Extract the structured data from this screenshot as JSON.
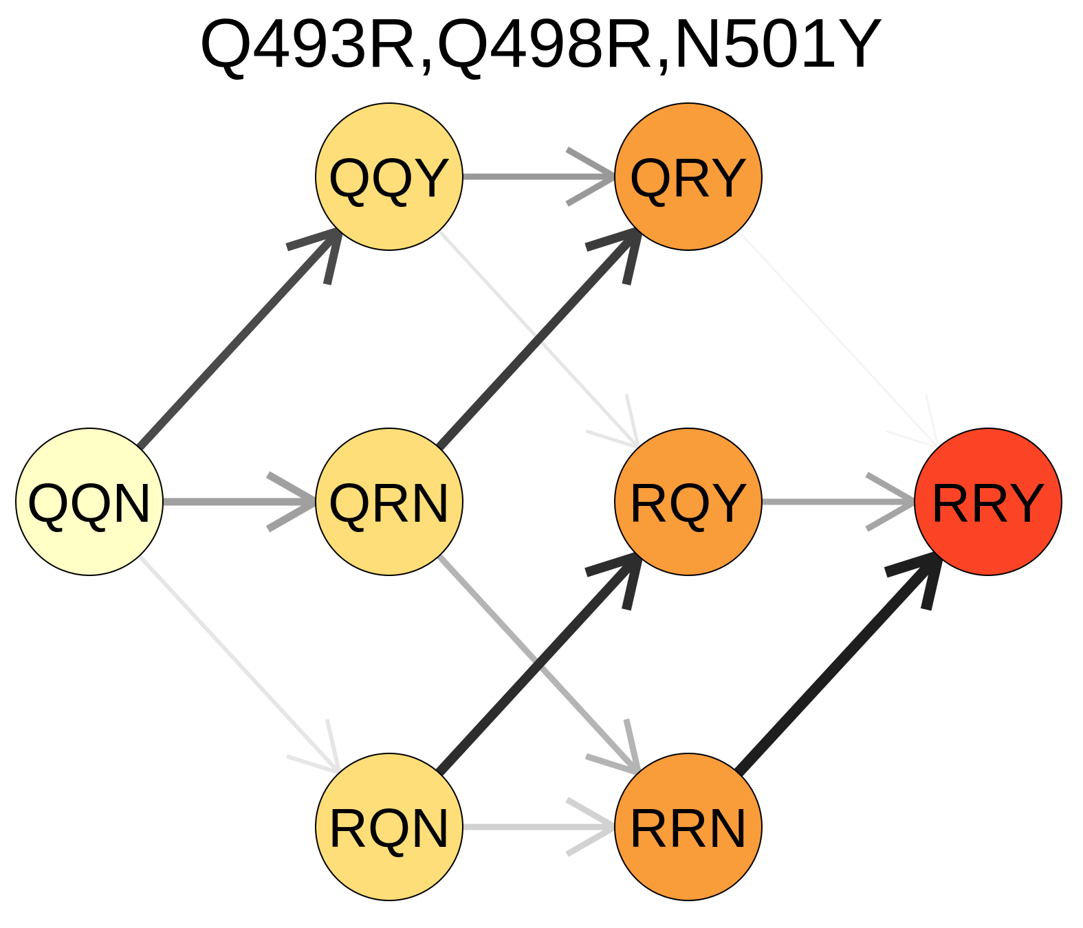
{
  "title": "Q493R,Q498R,N501Y",
  "nodes": [
    {
      "id": "QQN",
      "label": "QQN",
      "color": "#ffffc6"
    },
    {
      "id": "QQY",
      "label": "QQY",
      "color": "#fdde78"
    },
    {
      "id": "QRN",
      "label": "QRN",
      "color": "#fdde78"
    },
    {
      "id": "RQN",
      "label": "RQN",
      "color": "#fdde78"
    },
    {
      "id": "QRY",
      "label": "QRY",
      "color": "#f99c3a"
    },
    {
      "id": "RQY",
      "label": "RQY",
      "color": "#f99c3a"
    },
    {
      "id": "RRN",
      "label": "RRN",
      "color": "#f99c3a"
    },
    {
      "id": "RRY",
      "label": "RRY",
      "color": "#fb4426"
    }
  ],
  "edges": [
    {
      "from": "QQN",
      "to": "QQY",
      "color": "#4a4a4a"
    },
    {
      "from": "QQN",
      "to": "QRN",
      "color": "#a0a0a0"
    },
    {
      "from": "QQN",
      "to": "RQN",
      "color": "#e6e6e6"
    },
    {
      "from": "QQY",
      "to": "QRY",
      "color": "#999999"
    },
    {
      "from": "QQY",
      "to": "RQY",
      "color": "#e6e6e6"
    },
    {
      "from": "QRN",
      "to": "QRY",
      "color": "#3c3c3c"
    },
    {
      "from": "QRN",
      "to": "RRN",
      "color": "#b4b4b4"
    },
    {
      "from": "RQN",
      "to": "RQY",
      "color": "#2d2d2d"
    },
    {
      "from": "RQN",
      "to": "RRN",
      "color": "#d2d2d2"
    },
    {
      "from": "QRY",
      "to": "RRY",
      "color": "#f4f4f4"
    },
    {
      "from": "RQY",
      "to": "RRY",
      "color": "#a5a5a5"
    },
    {
      "from": "RRN",
      "to": "RRY",
      "color": "#1e1e1e"
    }
  ]
}
